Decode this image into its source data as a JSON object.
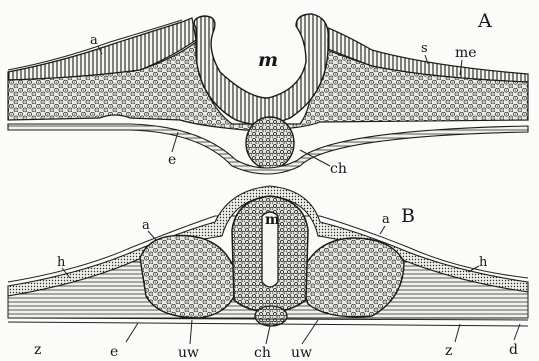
{
  "figure_a": {
    "panel_label": "A",
    "labels": {
      "a": "a",
      "m": "m",
      "s": "s",
      "me": "me",
      "e": "e",
      "ch": "ch"
    }
  },
  "figure_b": {
    "panel_label": "B",
    "labels": {
      "a_left": "a",
      "a_right": "a",
      "m": "m",
      "h_left": "h",
      "h_right": "h",
      "z_left": "z",
      "e": "e",
      "uw_left": "uw",
      "ch": "ch",
      "uw_right": "uw",
      "z_right": "z",
      "d": "d"
    }
  },
  "colors": {
    "ink": "#161616",
    "paper": "#fbfbf9"
  }
}
